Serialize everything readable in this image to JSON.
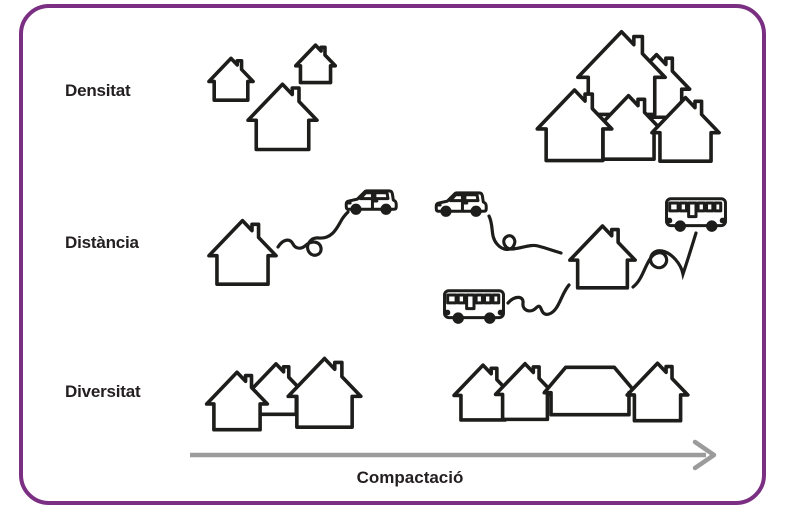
{
  "diagram": {
    "title_hidden": "",
    "rows": [
      {
        "label": "Densitat",
        "left_icons": [
          "house-icon",
          "house-icon",
          "house-icon"
        ],
        "right_icons": [
          "house-icon",
          "house-icon",
          "house-icon",
          "house-icon",
          "house-icon"
        ]
      },
      {
        "label": "Distància",
        "left_icons": [
          "house-icon",
          "route-squiggle",
          "car-icon"
        ],
        "right_icons": [
          "car-icon",
          "route-squiggle",
          "house-icon",
          "route-squiggle",
          "bus-icon",
          "bus-icon",
          "route-squiggle"
        ]
      },
      {
        "label": "Diversitat",
        "left_icons": [
          "house-icon",
          "house-icon",
          "house-icon"
        ],
        "right_icons": [
          "house-icon",
          "house-icon",
          "wide-house-icon",
          "house-icon"
        ]
      }
    ],
    "axis_label": "Compactació",
    "axis_direction": "left-to-right"
  },
  "colors": {
    "frame": "#7b2f83",
    "arrow": "#9b9b9b",
    "ink": "#1d1d1b",
    "text": "#231f20",
    "bg": "#ffffff"
  }
}
